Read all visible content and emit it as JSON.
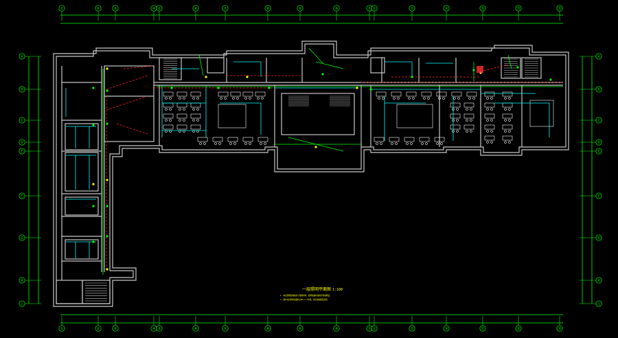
{
  "drawing": {
    "title": "一层照明平面图",
    "scale": "1:100",
    "notes": [
      "1. 本层照明配电箱位于楼梯间内，照明线路均采用穿管暗敷设。",
      "2. 图中未注明的线路均为BV-2.5导线，详见系统图及说明。"
    ]
  },
  "grid": {
    "top_columns": [
      "①",
      "②",
      "③",
      "④",
      "⑤",
      "⑥",
      "⑦",
      "⑧",
      "⑨",
      "⑩",
      "⑪",
      "⑫",
      "⑬",
      "⑭",
      "⑮"
    ],
    "bottom_columns": [
      "①",
      "②",
      "③",
      "④",
      "⑤",
      "⑥",
      "⑦",
      "⑧",
      "⑨",
      "⑩",
      "⑪",
      "⑫",
      "⑬",
      "⑭",
      "⑮"
    ],
    "left_rows": [
      "Ⓐ",
      "Ⓑ",
      "Ⓒ",
      "Ⓓ",
      "Ⓔ",
      "Ⓕ",
      "Ⓖ",
      "Ⓗ",
      "Ⓘ"
    ],
    "right_rows": [
      "Ⓐ",
      "Ⓑ",
      "Ⓒ",
      "Ⓓ",
      "Ⓔ",
      "Ⓕ",
      "Ⓖ",
      "Ⓗ",
      "Ⓘ"
    ]
  },
  "colors": {
    "background": "#000000",
    "walls": "#c8c8c8",
    "grid": "#00ff00",
    "wiring_cyan": "#00ffff",
    "wiring_red": "#ff2020",
    "wiring_green": "#00ff00",
    "furniture": "#ffffff",
    "labels": "#ffff00"
  }
}
